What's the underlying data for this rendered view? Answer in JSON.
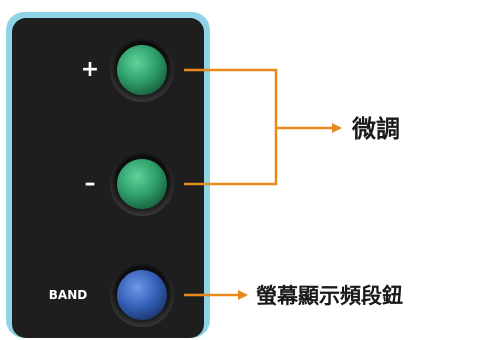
{
  "panel": {
    "border_color": "#8fd3e6",
    "face_color": "#1e1e1e"
  },
  "buttons": {
    "plus": {
      "label": "+",
      "color": "#2f9e6a"
    },
    "minus": {
      "label": "–",
      "color": "#2f9e6a"
    },
    "band": {
      "label": "BAND",
      "color": "#3561b8"
    }
  },
  "callouts": {
    "fine_tune": {
      "label": "微調"
    },
    "band_display": {
      "label": "螢幕顯示頻段鈕"
    }
  },
  "connector_color": "#e8891e"
}
